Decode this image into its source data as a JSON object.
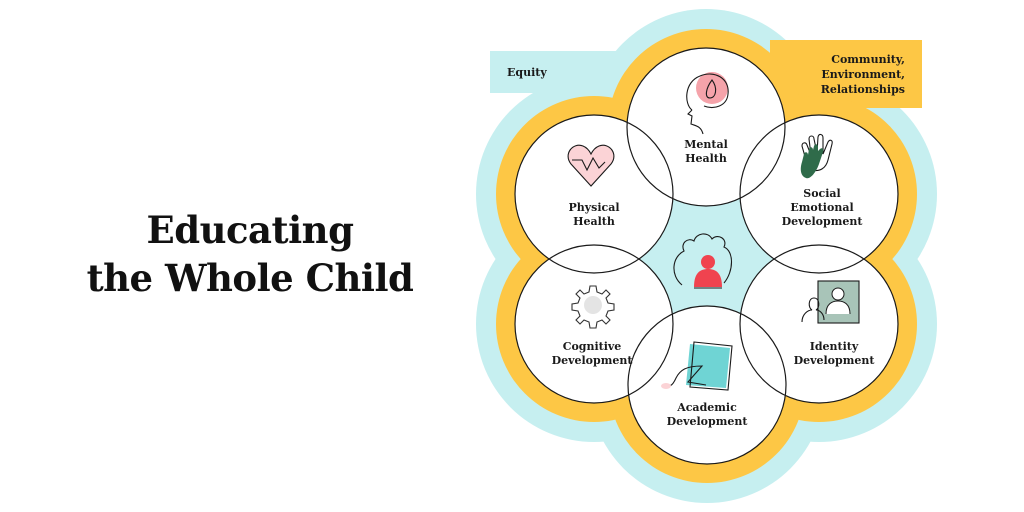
{
  "title": {
    "line1": "Educating",
    "line2": "the Whole Child"
  },
  "banners": {
    "left": "Equity",
    "right_lines": [
      "Community,",
      "Environment,",
      "Relationships"
    ]
  },
  "domains": [
    {
      "id": "mental-health",
      "lines": [
        "Mental",
        "Health"
      ],
      "icon": "head-mind-icon"
    },
    {
      "id": "physical-health",
      "lines": [
        "Physical",
        "Health"
      ],
      "icon": "heart-heartbeat-icon"
    },
    {
      "id": "social-emotional",
      "lines": [
        "Social",
        "Emotional",
        "Development"
      ],
      "icon": "hands-icon"
    },
    {
      "id": "cognitive",
      "lines": [
        "Cognitive",
        "Development"
      ],
      "icon": "gear-icon"
    },
    {
      "id": "identity",
      "lines": [
        "Identity",
        "Development"
      ],
      "icon": "portrait-mirror-icon"
    },
    {
      "id": "academic",
      "lines": [
        "Academic",
        "Development"
      ],
      "icon": "paper-pen-icon"
    }
  ],
  "center": {
    "icon": "child-with-group-icon"
  },
  "colors": {
    "equity_cyan": "#c6eff0",
    "community_yellow": "#fdc745",
    "circle_fill": "#ffffff",
    "outline": "#1a1a1a",
    "pink": "#f5a3aa",
    "light_pink": "#fbd3d6",
    "red": "#f0434f",
    "green": "#2f6b4a",
    "teal": "#6fd4d4",
    "sage": "#a8c4b8",
    "gray": "#e4e4e4"
  }
}
